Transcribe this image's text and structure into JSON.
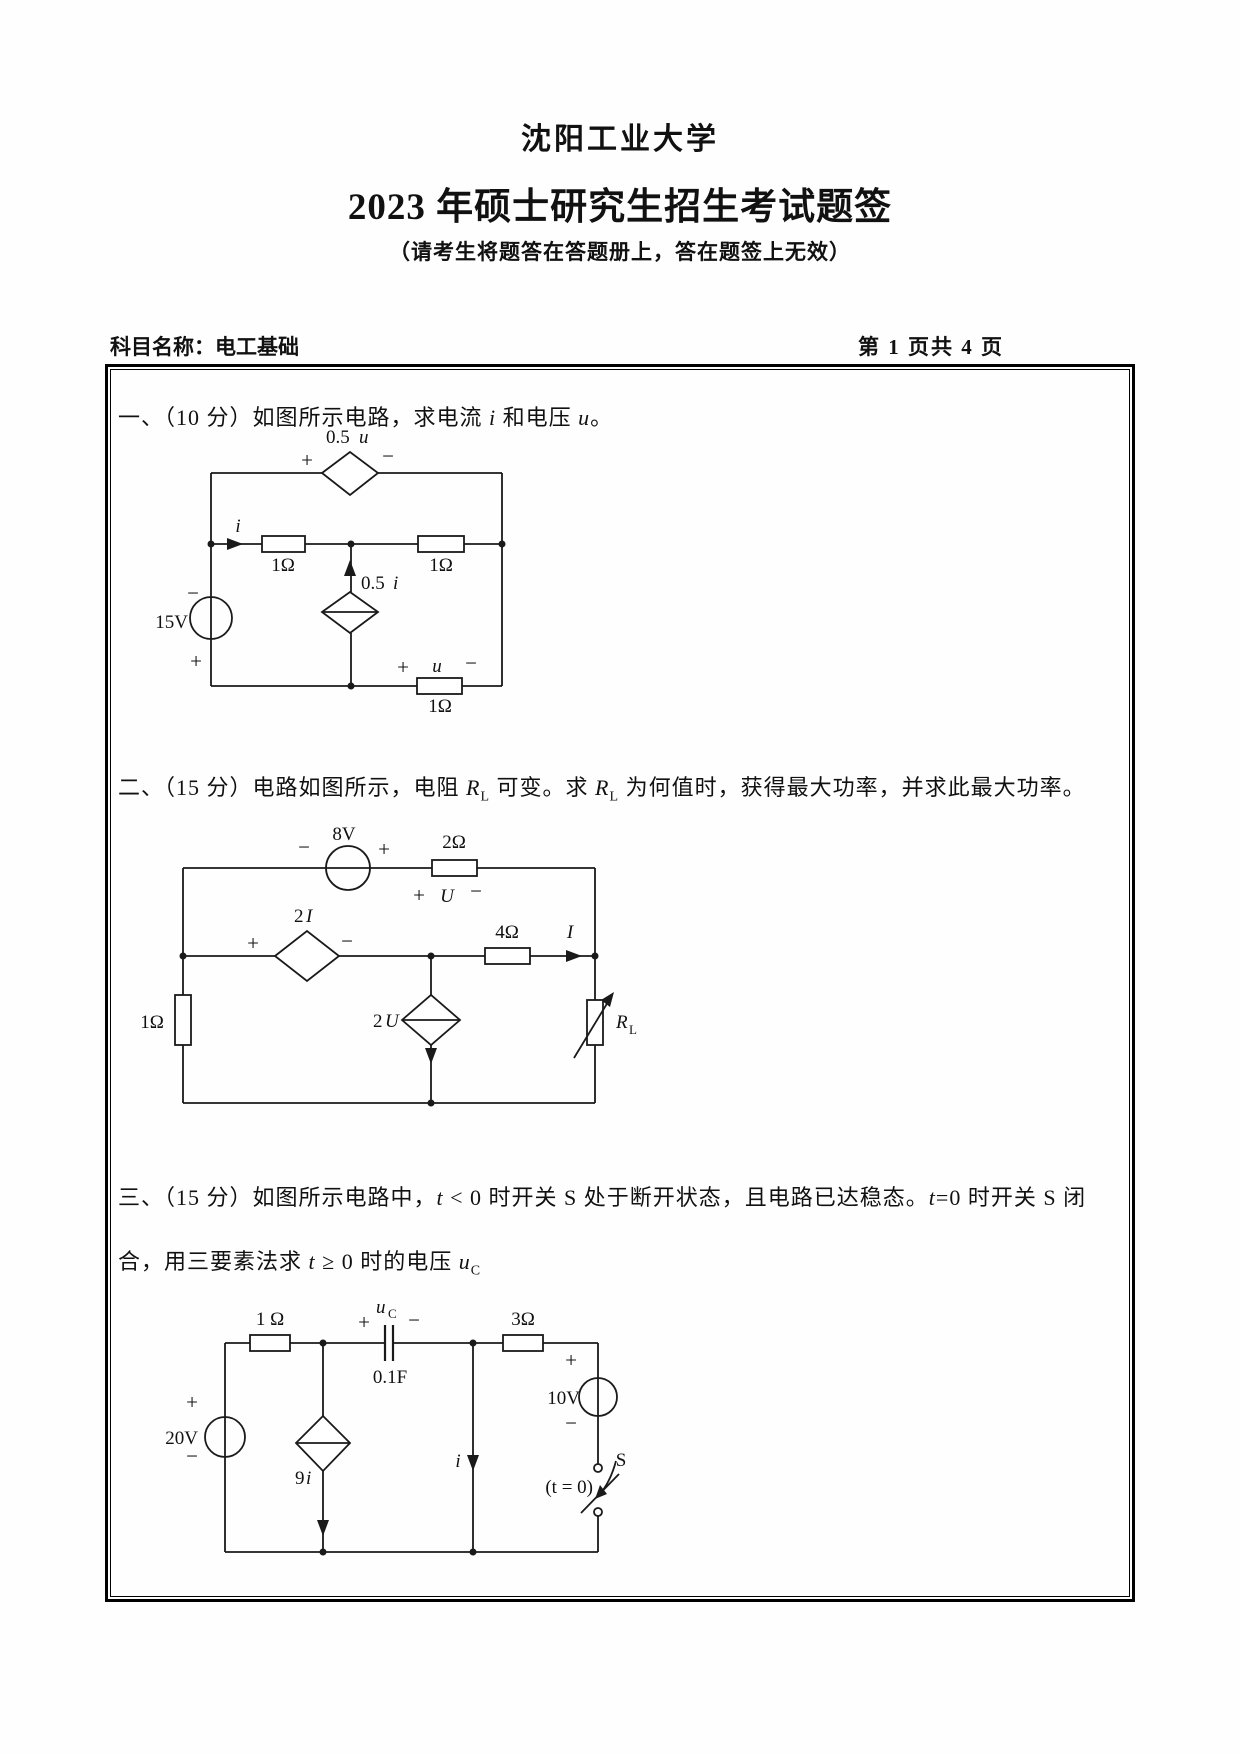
{
  "header": {
    "university": "沈阳工业大学",
    "title": "2023 年硕士研究生招生考试题签",
    "notice": "（请考生将题答在答题册上，答在题签上无效）",
    "subject": "科目名称：电工基础",
    "page": "第 1 页共 4 页"
  },
  "signs": {
    "plus": "+",
    "minus": "−"
  },
  "problems": {
    "p1": {
      "a": "一、（10 分）如图所示电路，求电流 ",
      "b": "i",
      "c": " 和电压 ",
      "d": "u",
      "e": "。"
    },
    "p2": {
      "a": "二、（15 分）电路如图所示，电阻 ",
      "b": "R",
      "bsub": "L",
      "c": " 可变。求 ",
      "d": "R",
      "dsub": "L",
      "e": " 为何值时，获得最大功率，并求此最大功率。"
    },
    "p3": {
      "l1a": "三、（15 分）如图所示电路中，",
      "l1b": "t",
      "l1c": " < 0 时开关 S 处于断开状态，且电路已达稳态。",
      "l1d": "t",
      "l1e": "=0 时开关 S 闭",
      "l2a": "合，用三要素法求 ",
      "l2b": "t",
      "l2c": " ≥ 0 时的电压 ",
      "l2d": "u",
      "l2dsub": "C"
    }
  },
  "c1": {
    "dep_v": {
      "gain": "0.5",
      "var": "u"
    },
    "i": "i",
    "r1": "1Ω",
    "r2": "1Ω",
    "rb": "1Ω",
    "dep_i": {
      "gain": "0.5",
      "var": "i"
    },
    "vsrc": "15V",
    "u": "u"
  },
  "c2": {
    "vsrc": "8V",
    "r_top": "2Ω",
    "U": "U",
    "dep_v": {
      "gain": "2",
      "var": "I"
    },
    "r_mid": "4Ω",
    "I": "I",
    "dep_i": {
      "gain": "2",
      "var": "U"
    },
    "r_left": "1Ω",
    "RL": {
      "base": "R",
      "sub": "L"
    }
  },
  "c3": {
    "r1": "1 Ω",
    "uc": {
      "base": "u",
      "sub": "C"
    },
    "cap": "0.1F",
    "r2": "3Ω",
    "v2": "10V",
    "v1": "20V",
    "dep_i": {
      "gain": "9",
      "var": "i"
    },
    "i": "i",
    "S": "S",
    "t0": "(t = 0)"
  }
}
